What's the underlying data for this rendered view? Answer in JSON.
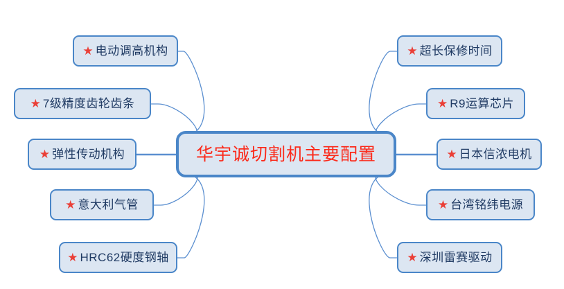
{
  "diagram": {
    "type": "mind-map",
    "background_color": "#ffffff",
    "center": {
      "text": "华宇诚切割机主要配置",
      "text_color": "#fb2a1b",
      "fill_color": "#dce6f2",
      "border_color": "#4a86c8"
    },
    "style": {
      "node_fill": "#dce6f2",
      "node_border": "#4a86c8",
      "node_text_color": "#1f3a63",
      "star_color": "#ea3f37",
      "connector_color": "#5b8fd0",
      "bullet_glyph": "★"
    },
    "left_branches": [
      {
        "label": "电动调高机构",
        "bullet": "★"
      },
      {
        "label": "7级精度齿轮齿条",
        "bullet": "★"
      },
      {
        "label": "弹性传动机构",
        "bullet": "★"
      },
      {
        "label": "意大利气管",
        "bullet": "★"
      },
      {
        "label": "HRC62硬度钢轴",
        "bullet": "★"
      }
    ],
    "right_branches": [
      {
        "label": "超长保修时间",
        "bullet": "★"
      },
      {
        "label": "R9运算芯片",
        "bullet": "★"
      },
      {
        "label": "日本信浓电机",
        "bullet": "★"
      },
      {
        "label": "台湾铭纬电源",
        "bullet": "★"
      },
      {
        "label": "深圳雷赛驱动",
        "bullet": "★"
      }
    ]
  }
}
